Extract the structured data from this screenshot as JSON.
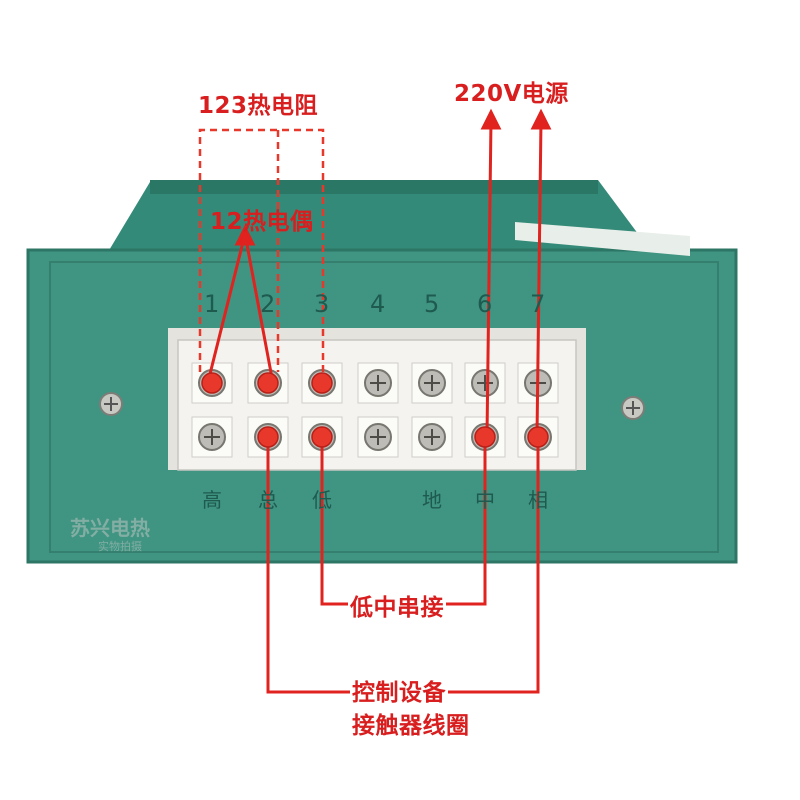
{
  "labels": {
    "rtd": "123热电阻",
    "power": "220V电源",
    "thermocouple": "12热电偶",
    "series": "低中串接",
    "control_line1": "控制设备",
    "control_line2": "接触器线圈"
  },
  "terminal_numbers": [
    "1",
    "2",
    "3",
    "4",
    "5",
    "6",
    "7"
  ],
  "panel_labels": [
    "高",
    "总",
    "低",
    "地",
    "中",
    "相"
  ],
  "watermark": {
    "main": "苏兴电热",
    "sub": "实物拍摄"
  },
  "colors": {
    "panel": "#3e9180",
    "panel_dark": "#2f7a6a",
    "block": "#f2f1ed",
    "marker": "#e8382c",
    "line": "#e0231f"
  }
}
